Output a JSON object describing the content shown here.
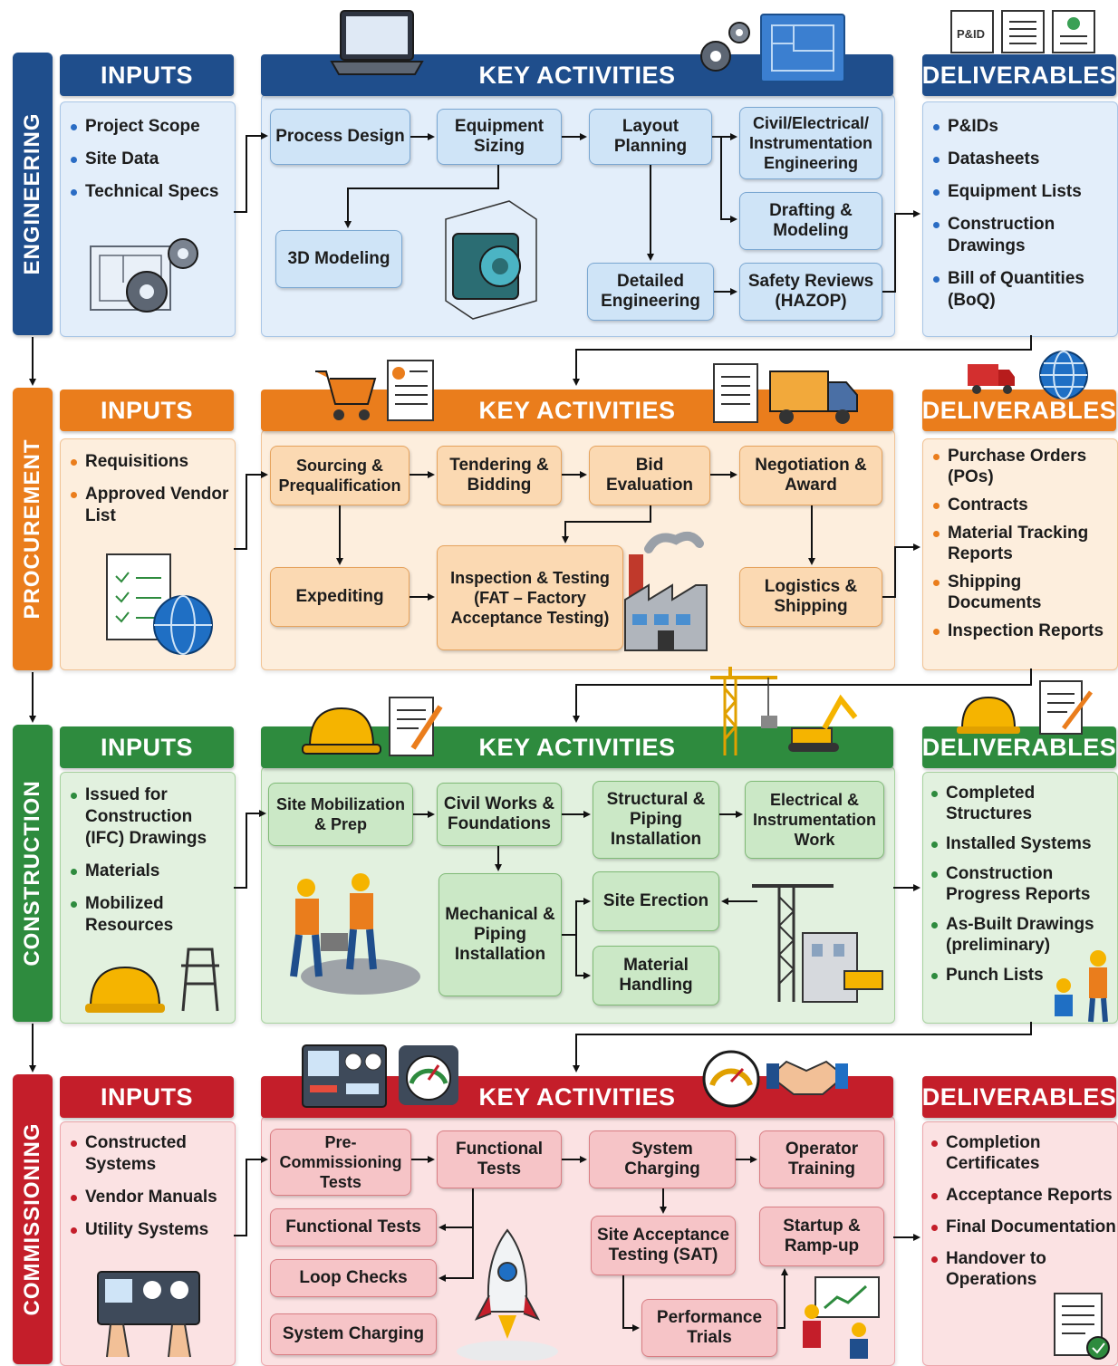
{
  "colors": {
    "engineering": "#1f4e8c",
    "procurement": "#ea7d1c",
    "construction": "#2e8b3e",
    "commissioning": "#c41e2a"
  },
  "phases": {
    "engineering": {
      "label": "ENGINEERING",
      "inputs_title": "INPUTS",
      "activities_title": "KEY ACTIVITIES",
      "deliverables_title": "DELIVERABLES",
      "inputs": [
        "Project Scope",
        "Site Data",
        "Technical Specs"
      ],
      "activities": {
        "process_design": "Process Design",
        "equipment_sizing": "Equipment Sizing",
        "layout_planning": "Layout Planning",
        "civil_eng": "Civil/Electrical/ Instrumentation Engineering",
        "drafting": "Drafting & Modeling",
        "modeling_3d": "3D Modeling",
        "detailed_eng": "Detailed Engineering",
        "safety_reviews": "Safety Reviews (HAZOP)"
      },
      "deliverables": [
        "P&IDs",
        "Datasheets",
        "Equipment Lists",
        "Construction Drawings",
        "Bill of Quantities (BoQ)"
      ],
      "doc_icon_label": "P&ID"
    },
    "procurement": {
      "label": "PROCUREMENT",
      "inputs_title": "INPUTS",
      "activities_title": "KEY ACTIVITIES",
      "deliverables_title": "DELIVERABLES",
      "inputs": [
        "Requisitions",
        "Approved Vendor List"
      ],
      "activities": {
        "sourcing": "Sourcing & Prequalification",
        "tendering": "Tendering & Bidding",
        "bid_eval": "Bid Evaluation",
        "negotiation": "Negotiation & Award",
        "expediting": "Expediting",
        "inspection": "Inspection & Testing (FAT – Factory Acceptance Testing)",
        "logistics": "Logistics & Shipping"
      },
      "deliverables": [
        "Purchase Orders (POs)",
        "Contracts",
        "Material Tracking Reports",
        "Shipping Documents",
        "Inspection Reports"
      ]
    },
    "construction": {
      "label": "CONSTRUCTION",
      "inputs_title": "INPUTS",
      "activities_title": "KEY ACTIVITIES",
      "deliverables_title": "DELIVERABLES",
      "inputs": [
        "Issued for Construction (IFC) Drawings",
        "Materials",
        "Mobilized Resources"
      ],
      "activities": {
        "mobilization": "Site Mobilization & Prep",
        "civil_works": "Civil Works & Foundations",
        "structural": "Structural & Piping Installation",
        "electrical": "Electrical & Instrumentation Work",
        "mechanical": "Mechanical & Piping Installation",
        "erection": "Site Erection",
        "material_handling": "Material Handling"
      },
      "deliverables": [
        "Completed Structures",
        "Installed Systems",
        "Construction Progress Reports",
        "As-Built Drawings (preliminary)",
        "Punch Lists"
      ]
    },
    "commissioning": {
      "label": "COMMISSIONING",
      "inputs_title": "INPUTS",
      "activities_title": "KEY ACTIVITIES",
      "deliverables_title": "DELIVERABLES",
      "inputs": [
        "Constructed Systems",
        "Vendor Manuals",
        "Utility Systems"
      ],
      "activities": {
        "pre_comm": "Pre-Commissioning Tests",
        "functional": "Functional Tests",
        "system_charging": "System Charging",
        "operator_training": "Operator Training",
        "functional_2": "Functional Tests",
        "loop_checks": "Loop Checks",
        "system_charging_2": "System Charging",
        "sat": "Site Acceptance Testing (SAT)",
        "startup": "Startup & Ramp-up",
        "performance": "Performance Trials"
      },
      "deliverables": [
        "Completion Certificates",
        "Acceptance Reports",
        "Final Documentation",
        "Handover to Operations"
      ]
    }
  }
}
